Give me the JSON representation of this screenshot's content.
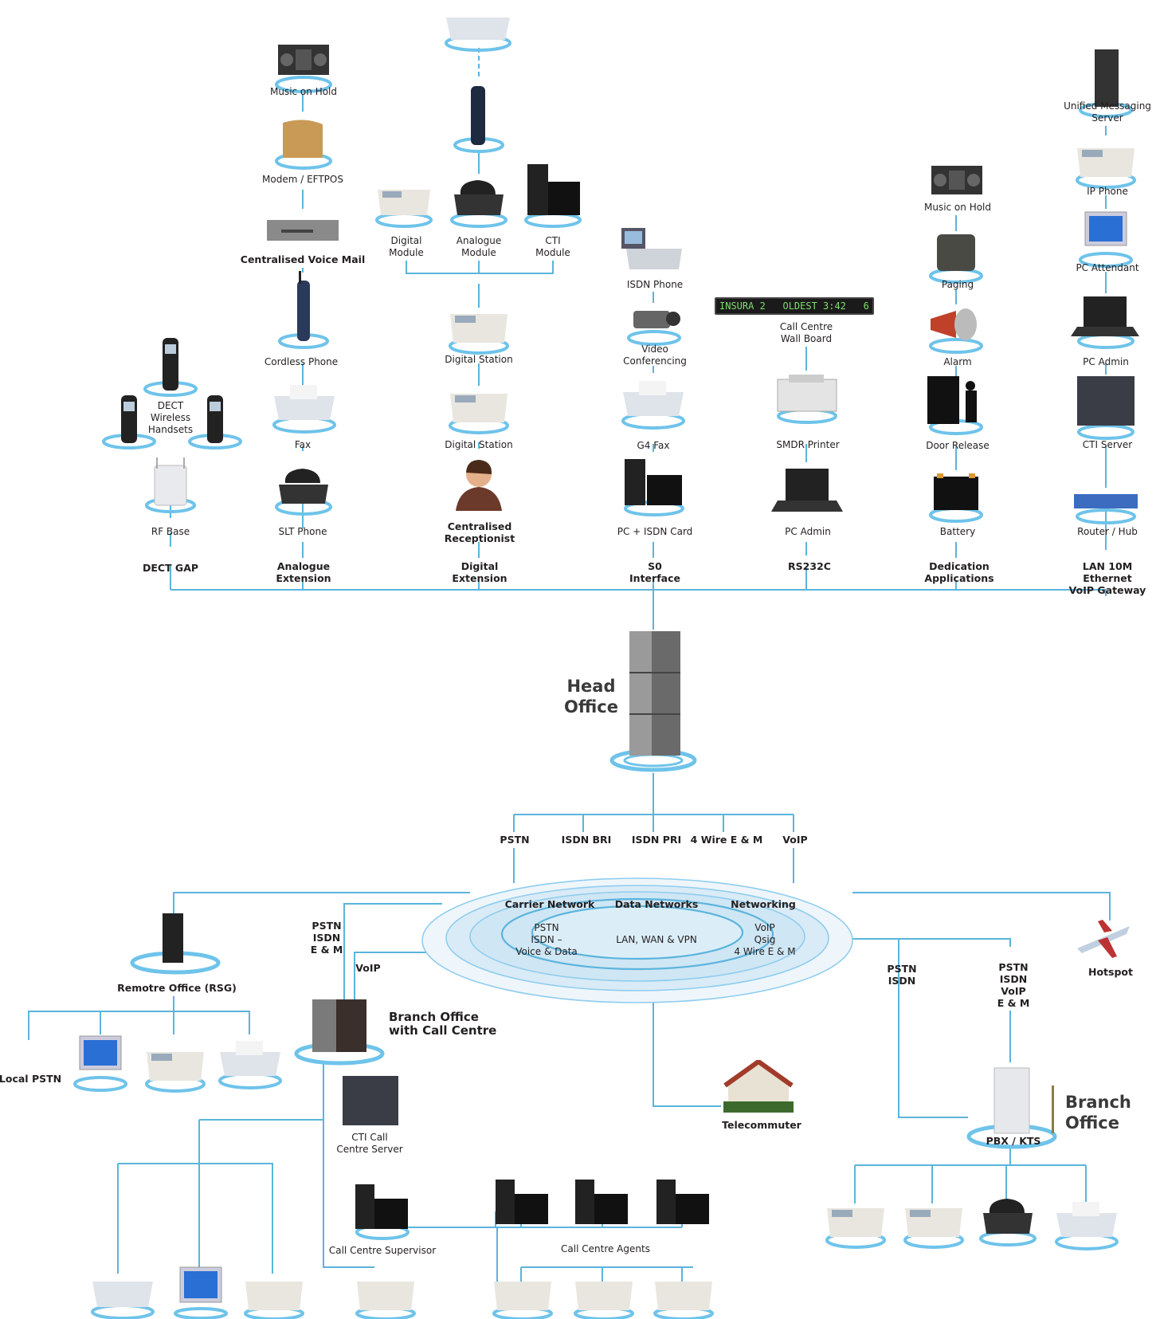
{
  "head_office": [
    "Head",
    "Office"
  ],
  "branch_office": [
    "Branch",
    "Office"
  ],
  "branch_call_centre": [
    "Branch Office",
    "with Call Centre"
  ],
  "wall_board_text": "INSURA 2   OLDEST 3:42   6",
  "top": {
    "music_on_hold_left": "Music on Hold",
    "modem": "Modem / EFTPOS",
    "voice_mail": "Centralised Voice Mail",
    "cordless": "Cordless Phone",
    "fax": "Fax",
    "slt": "SLT Phone",
    "analogue_ext": [
      "Analogue",
      "Extension"
    ],
    "dect_handsets": [
      "DECT",
      "Wireless",
      "Handsets"
    ],
    "rf_base": "RF Base",
    "dect_gap": "DECT GAP",
    "digital_module": [
      "Digital",
      "Module"
    ],
    "analogue_module": [
      "Analogue",
      "Module"
    ],
    "cti_module": [
      "CTI",
      "Module"
    ],
    "digital_station_1": "Digital Station",
    "digital_station_2": "Digital Station",
    "receptionist": [
      "Centralised",
      "Receptionist"
    ],
    "digital_ext": [
      "Digital",
      "Extension"
    ],
    "isdn_phone": "ISDN Phone",
    "video_conf": [
      "Video",
      "Conferencing"
    ],
    "g4_fax": "G4 Fax",
    "pc_isdn": "PC + ISDN Card",
    "s0": [
      "S0",
      "Interface"
    ],
    "wall_board": [
      "Call Centre",
      "Wall Board"
    ],
    "smdr": "SMDR Printer",
    "pc_admin_mid": "PC Admin",
    "rs232": "RS232C",
    "music_on_hold_right": "Music on Hold",
    "paging": "Paging",
    "alarm": "Alarm",
    "door_release": "Door Release",
    "battery": "Battery",
    "dedication": [
      "Dedication",
      "Applications"
    ],
    "ums": [
      "Unified Messaging",
      "Server"
    ],
    "ip_phone": "IP Phone",
    "pc_attendant": "PC Attendant",
    "pc_admin_right": "PC Admin",
    "cti_server": "CTI Server",
    "router": "Router / Hub",
    "lan": [
      "LAN 10M",
      "Ethernet",
      "VoIP Gateway"
    ]
  },
  "trunks": [
    "PSTN",
    "ISDN BRI",
    "ISDN PRI",
    "4 Wire E & M",
    "VoIP"
  ],
  "network": {
    "carrier": "Carrier Network",
    "data": "Data Networks",
    "networking": "Networking",
    "carrier_sub": [
      "PSTN",
      "ISDN –",
      "Voice & Data"
    ],
    "data_sub": "LAN, WAN & VPN",
    "networking_sub": [
      "VoIP",
      "Qsig",
      "4 Wire E & M"
    ]
  },
  "bottom": {
    "remote_office": "Remotre Office (RSG)",
    "local_pstn": "Local PSTN",
    "pstn_isdn_em": [
      "PSTN",
      "ISDN",
      "E & M"
    ],
    "voip": "VoIP",
    "cti_call_centre": [
      "CTI Call",
      "Centre Server"
    ],
    "supervisor": "Call Centre Supervisor",
    "agents": "Call Centre Agents",
    "telecommuter": "Telecommuter",
    "hotspot": "Hotspot",
    "pstn_isdn": [
      "PSTN",
      "ISDN"
    ],
    "pstn_isdn_voip_em": [
      "PSTN",
      "ISDN",
      "VoIP",
      "E & M"
    ],
    "pbx": "PBX / KTS"
  },
  "colors": {
    "line": "#5bb4dc",
    "ring": "#6ec3ea",
    "ellipse_fill": "#cfe6f4",
    "text": "#231f20"
  }
}
